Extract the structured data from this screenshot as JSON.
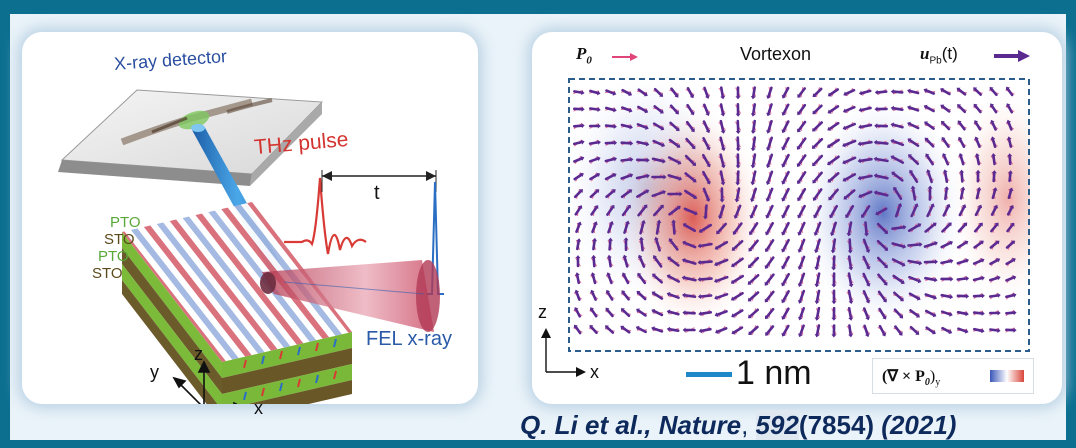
{
  "left_panel": {
    "detector_label": "X-ray detector",
    "thz_label": "THz pulse",
    "delay_label": "t",
    "fel_label": "FEL x-ray",
    "layers": [
      "PTO",
      "STO",
      "PTO",
      "STO"
    ],
    "axes": {
      "x": "x",
      "y": "y",
      "z": "z"
    }
  },
  "right_panel": {
    "legend_p0": "P",
    "legend_p0_sub": "0",
    "title": "Vortexon",
    "legend_u": "u",
    "legend_u_sub": "Pb",
    "legend_u_suffix": "(t)",
    "axis_z": "z",
    "axis_x": "x",
    "scale_label": "1 nm",
    "curl_label": "(∇ × P",
    "curl_sub": "0",
    "curl_suffix": ")",
    "curl_suffix_sub": "y",
    "colors": {
      "p0_arrow": "#e0457a",
      "u_arrow": "#5b2a91",
      "positive": "#d9443a",
      "negative": "#3a56b8",
      "scale_bar": "#1e88c8"
    }
  },
  "citation": {
    "authors": "Q. Li et al., Nature",
    "separator": ", ",
    "volume": "592",
    "issue": "(7854)",
    "year": "(2021)"
  }
}
